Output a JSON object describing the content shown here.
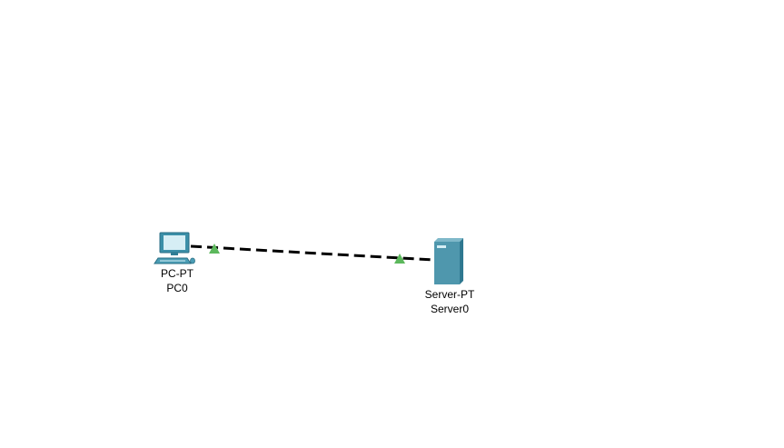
{
  "devices": [
    {
      "id": "pc0",
      "model": "PC-PT",
      "name": "PC0",
      "icon": "pc-icon",
      "color": "#3b8fa8"
    },
    {
      "id": "server0",
      "model": "Server-PT",
      "name": "Server0",
      "icon": "server-icon",
      "color": "#4f97ad"
    }
  ],
  "link": {
    "from": "pc0",
    "to": "server0",
    "style": "dashed",
    "color": "#000000",
    "port_status_color": "#5cb85c",
    "port_status": [
      "up",
      "up"
    ]
  }
}
